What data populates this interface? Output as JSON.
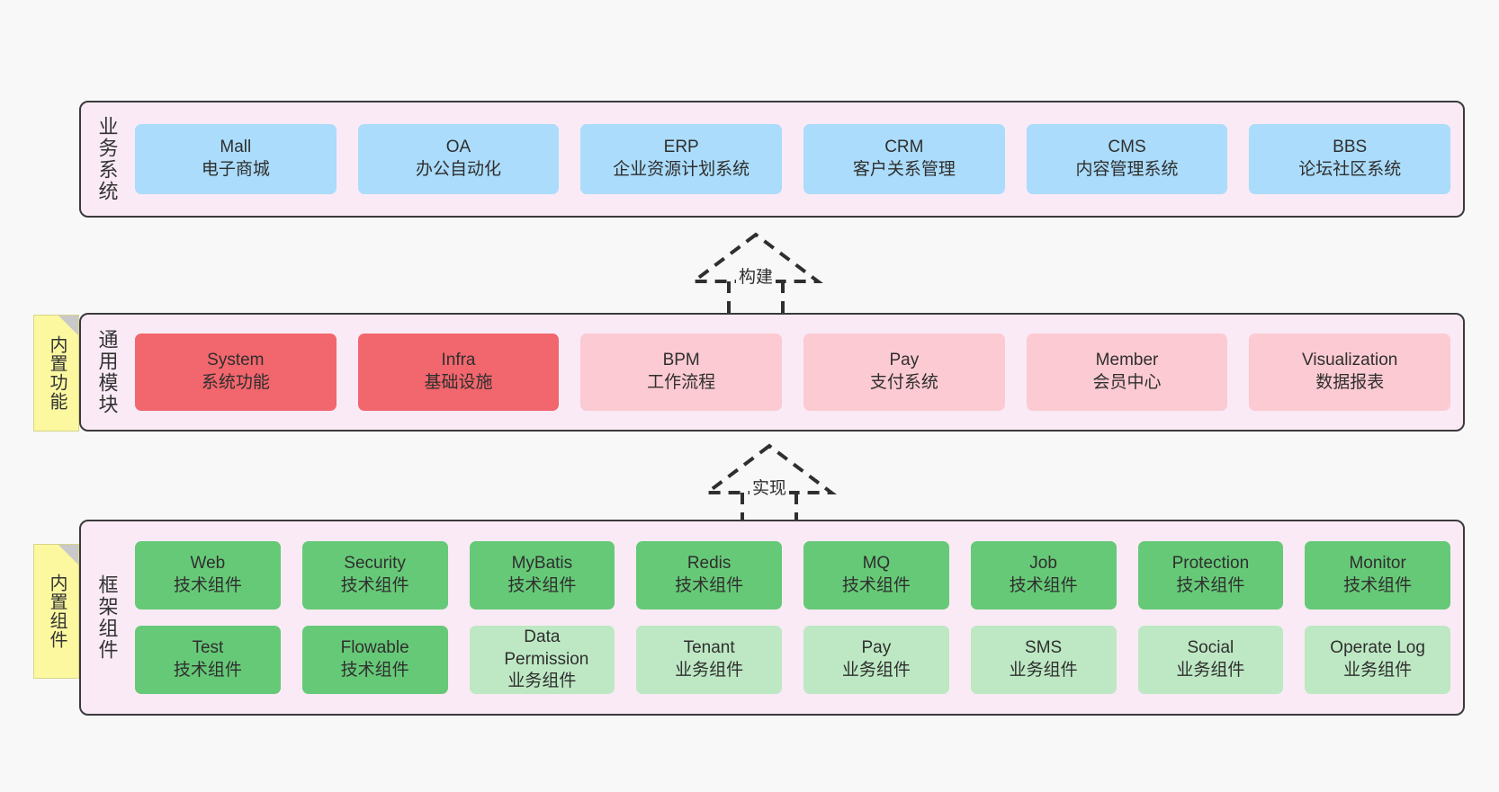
{
  "diagram": {
    "background_color": "#f8f8f8",
    "layer_fill": "#f9eaf5",
    "layer_border": "#3a3a3a",
    "note_color": "#fbf8a0",
    "colors": {
      "business": "#abdcfb",
      "module_core": "#f2666d",
      "module_plain": "#fccad2",
      "framework_tech": "#66c977",
      "framework_biz": "#bde8c3"
    }
  },
  "layers": [
    {
      "id": "business-system",
      "title": "业务系统",
      "note": null,
      "rows": [
        {
          "style": "c-blue",
          "cards": [
            {
              "en": "Mall",
              "cn": "电子商城"
            },
            {
              "en": "OA",
              "cn": "办公自动化"
            },
            {
              "en": "ERP",
              "cn": "企业资源计划系统"
            },
            {
              "en": "CRM",
              "cn": "客户关系管理"
            },
            {
              "en": "CMS",
              "cn": "内容管理系统"
            },
            {
              "en": "BBS",
              "cn": "论坛社区系统"
            }
          ]
        }
      ]
    },
    {
      "id": "common-module",
      "title": "通用模块",
      "note": "内置功能",
      "rows": [
        {
          "cards": [
            {
              "en": "System",
              "cn": "系统功能",
              "style": "c-red"
            },
            {
              "en": "Infra",
              "cn": "基础设施",
              "style": "c-red"
            },
            {
              "en": "BPM",
              "cn": "工作流程",
              "style": "c-pink"
            },
            {
              "en": "Pay",
              "cn": "支付系统",
              "style": "c-pink"
            },
            {
              "en": "Member",
              "cn": "会员中心",
              "style": "c-pink"
            },
            {
              "en": "Visualization",
              "cn": "数据报表",
              "style": "c-pink"
            }
          ]
        }
      ]
    },
    {
      "id": "framework-component",
      "title": "框架组件",
      "note": "内置组件",
      "rows": [
        {
          "cards": [
            {
              "en": "Web",
              "cn": "技术组件",
              "style": "c-green"
            },
            {
              "en": "Security",
              "cn": "技术组件",
              "style": "c-green"
            },
            {
              "en": "MyBatis",
              "cn": "技术组件",
              "style": "c-green"
            },
            {
              "en": "Redis",
              "cn": "技术组件",
              "style": "c-green"
            },
            {
              "en": "MQ",
              "cn": "技术组件",
              "style": "c-green"
            },
            {
              "en": "Job",
              "cn": "技术组件",
              "style": "c-green"
            },
            {
              "en": "Protection",
              "cn": "技术组件",
              "style": "c-green"
            },
            {
              "en": "Monitor",
              "cn": "技术组件",
              "style": "c-green"
            }
          ]
        },
        {
          "cards": [
            {
              "en": "Test",
              "cn": "技术组件",
              "style": "c-green"
            },
            {
              "en": "Flowable",
              "cn": "技术组件",
              "style": "c-green"
            },
            {
              "en": "Data Permission",
              "cn": "业务组件",
              "style": "c-greenlight"
            },
            {
              "en": "Tenant",
              "cn": "业务组件",
              "style": "c-greenlight"
            },
            {
              "en": "Pay",
              "cn": "业务组件",
              "style": "c-greenlight"
            },
            {
              "en": "SMS",
              "cn": "业务组件",
              "style": "c-greenlight"
            },
            {
              "en": "Social",
              "cn": "业务组件",
              "style": "c-greenlight"
            },
            {
              "en": "Operate Log",
              "cn": "业务组件",
              "style": "c-greenlight"
            }
          ]
        }
      ]
    }
  ],
  "arrows": [
    {
      "id": "arrow-build",
      "label": "构建"
    },
    {
      "id": "arrow-implement",
      "label": "实现"
    }
  ]
}
